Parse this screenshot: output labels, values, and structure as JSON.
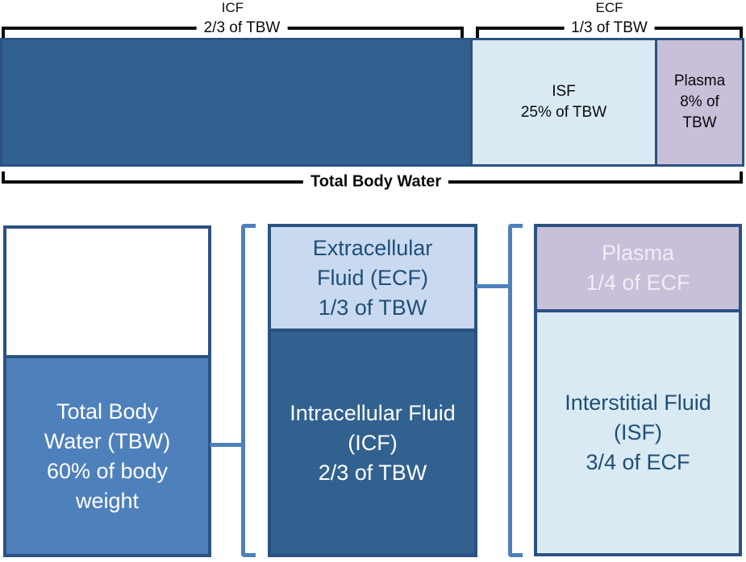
{
  "top_chart": {
    "icf_group_label": "ICF",
    "icf_group_fraction": "2/3 of TBW",
    "ecf_group_label": "ECF",
    "ecf_group_fraction": "1/3 of TBW",
    "segments": {
      "isf": {
        "lines": [
          "ISF",
          "25% of TBW"
        ]
      },
      "plasma": {
        "lines": [
          "Plasma",
          "8% of",
          "TBW"
        ]
      }
    },
    "footer_label": "Total Body Water"
  },
  "tree": {
    "tbw_box": {
      "lines": [
        "Total Body",
        "Water (TBW)",
        "60% of body",
        "weight"
      ]
    },
    "ecf_box": {
      "lines": [
        "Extracellular",
        "Fluid (ECF)",
        "1/3 of TBW"
      ]
    },
    "icf_box": {
      "lines": [
        "Intracellular Fluid",
        "(ICF)",
        "2/3 of TBW"
      ]
    },
    "plasma_box": {
      "lines": [
        "Plasma",
        "1/4 of ECF"
      ]
    },
    "isf_box": {
      "lines": [
        "Interstitial Fluid",
        "(ISF)",
        "3/4 of ECF"
      ]
    }
  },
  "colors": {
    "icf_dark_blue": "#31618F",
    "isf_light_blue": "#D9EAF2",
    "plasma_purple": "#C8BFD9",
    "tbw_medium_blue": "#4E80BC",
    "ecf_light_blue": "#C9DAF0",
    "border_navy": "#2B5282",
    "dark_blue_text": "#1F4E79",
    "bracket_blue": "#4E80BC",
    "line_black": "#0A0A0A"
  }
}
